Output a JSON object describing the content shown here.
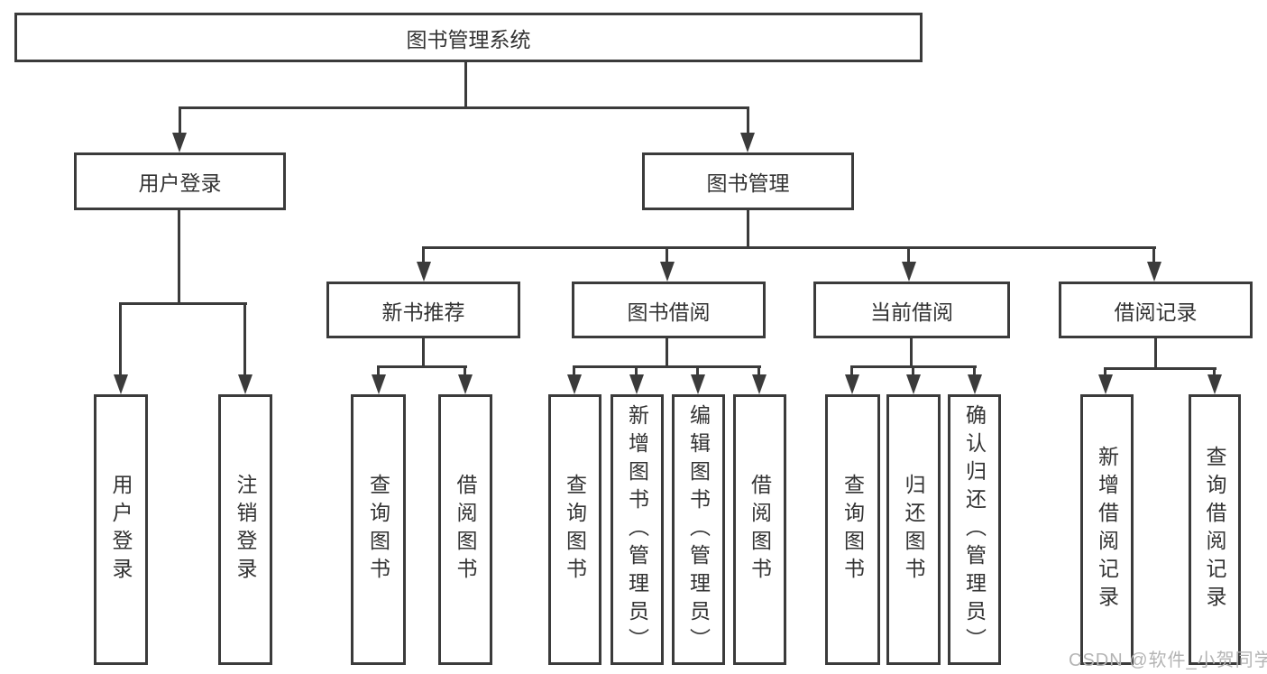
{
  "nodes": {
    "root": "图书管理系统",
    "user_login": "用户登录",
    "book_mgmt": "图书管理",
    "new_book_rec": "新书推荐",
    "book_borrow": "图书借阅",
    "current_borrow": "当前借阅",
    "borrow_record": "借阅记录",
    "leaf_user_login": "用户登录",
    "leaf_logout": "注销登录",
    "leaf_query_book_a": "查询图书",
    "leaf_borrow_book_a": "借阅图书",
    "leaf_query_book_b": "查询图书",
    "leaf_add_book": "新增图书（管理员）",
    "leaf_edit_book": "编辑图书（管理员）",
    "leaf_borrow_book_b": "借阅图书",
    "leaf_query_book_c": "查询图书",
    "leaf_return_book": "归还图书",
    "leaf_confirm_return": "确认归还（管理员）",
    "leaf_add_borrow_record": "新增借阅记录",
    "leaf_query_borrow_record": "查询借阅记录"
  },
  "watermark": "CSDN @软件_小贺同学",
  "colors": {
    "line": "#3b3b3b",
    "text": "#333333",
    "watermark": "#b4b4b4",
    "background": "#ffffff"
  }
}
